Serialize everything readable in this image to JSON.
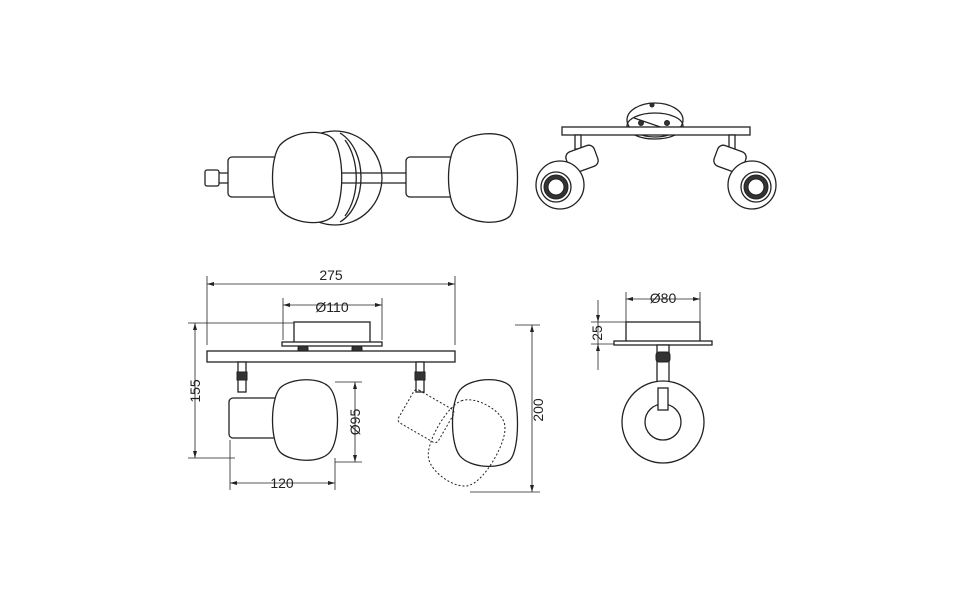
{
  "dimensions": {
    "total_width": "275",
    "base_diameter_front": "Ø110",
    "height_front": "155",
    "shade_diameter": "Ø95",
    "shade_offset": "120",
    "height_rotated": "200",
    "base_diameter_side": "Ø80",
    "base_height_side": "25"
  }
}
